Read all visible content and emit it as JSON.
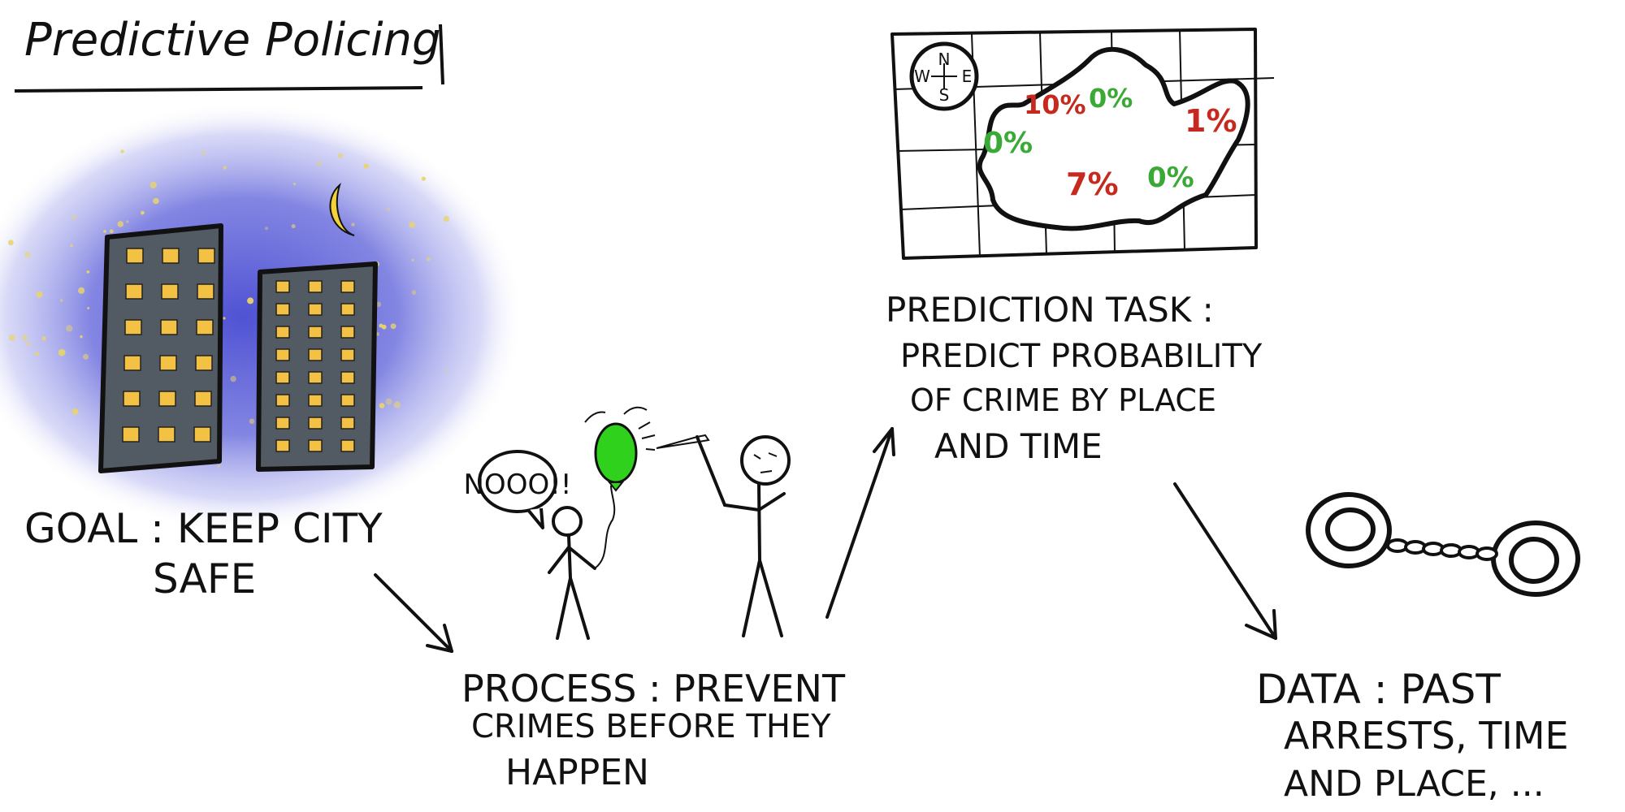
{
  "title": "Predictive Policing",
  "goal": {
    "line1": "GOAL : KEEP CITY",
    "line2": "SAFE"
  },
  "process": {
    "line1": "PROCESS : PREVENT",
    "line2": "CRIMES BEFORE THEY",
    "line3": "HAPPEN"
  },
  "speech_bubble": "NOOO!!",
  "prediction_task": {
    "line1": "PREDICTION TASK :",
    "line2": "PREDICT PROBABILITY",
    "line3": "OF CRIME BY PLACE",
    "line4": "AND TIME"
  },
  "data": {
    "line1": "DATA : PAST",
    "line2": "ARRESTS, TIME",
    "line3": "AND PLACE, ..."
  },
  "compass": {
    "n": "N",
    "s": "S",
    "e": "E",
    "w": "W"
  },
  "map_probabilities": [
    {
      "label": "10%",
      "color": "#c62a1e"
    },
    {
      "label": "0%",
      "color": "#3aa935"
    },
    {
      "label": "1%",
      "color": "#c62a1e"
    },
    {
      "label": "0%",
      "color": "#3aa935"
    },
    {
      "label": "7%",
      "color": "#c62a1e"
    },
    {
      "label": "0%",
      "color": "#3aa935"
    }
  ],
  "colors": {
    "night_sky": "#5b5fd6",
    "building": "#525a63",
    "window": "#f3c244",
    "moon": "#f1d23a",
    "balloon": "#2fd11c",
    "high_risk": "#c62a1e",
    "low_risk": "#3aa935"
  }
}
